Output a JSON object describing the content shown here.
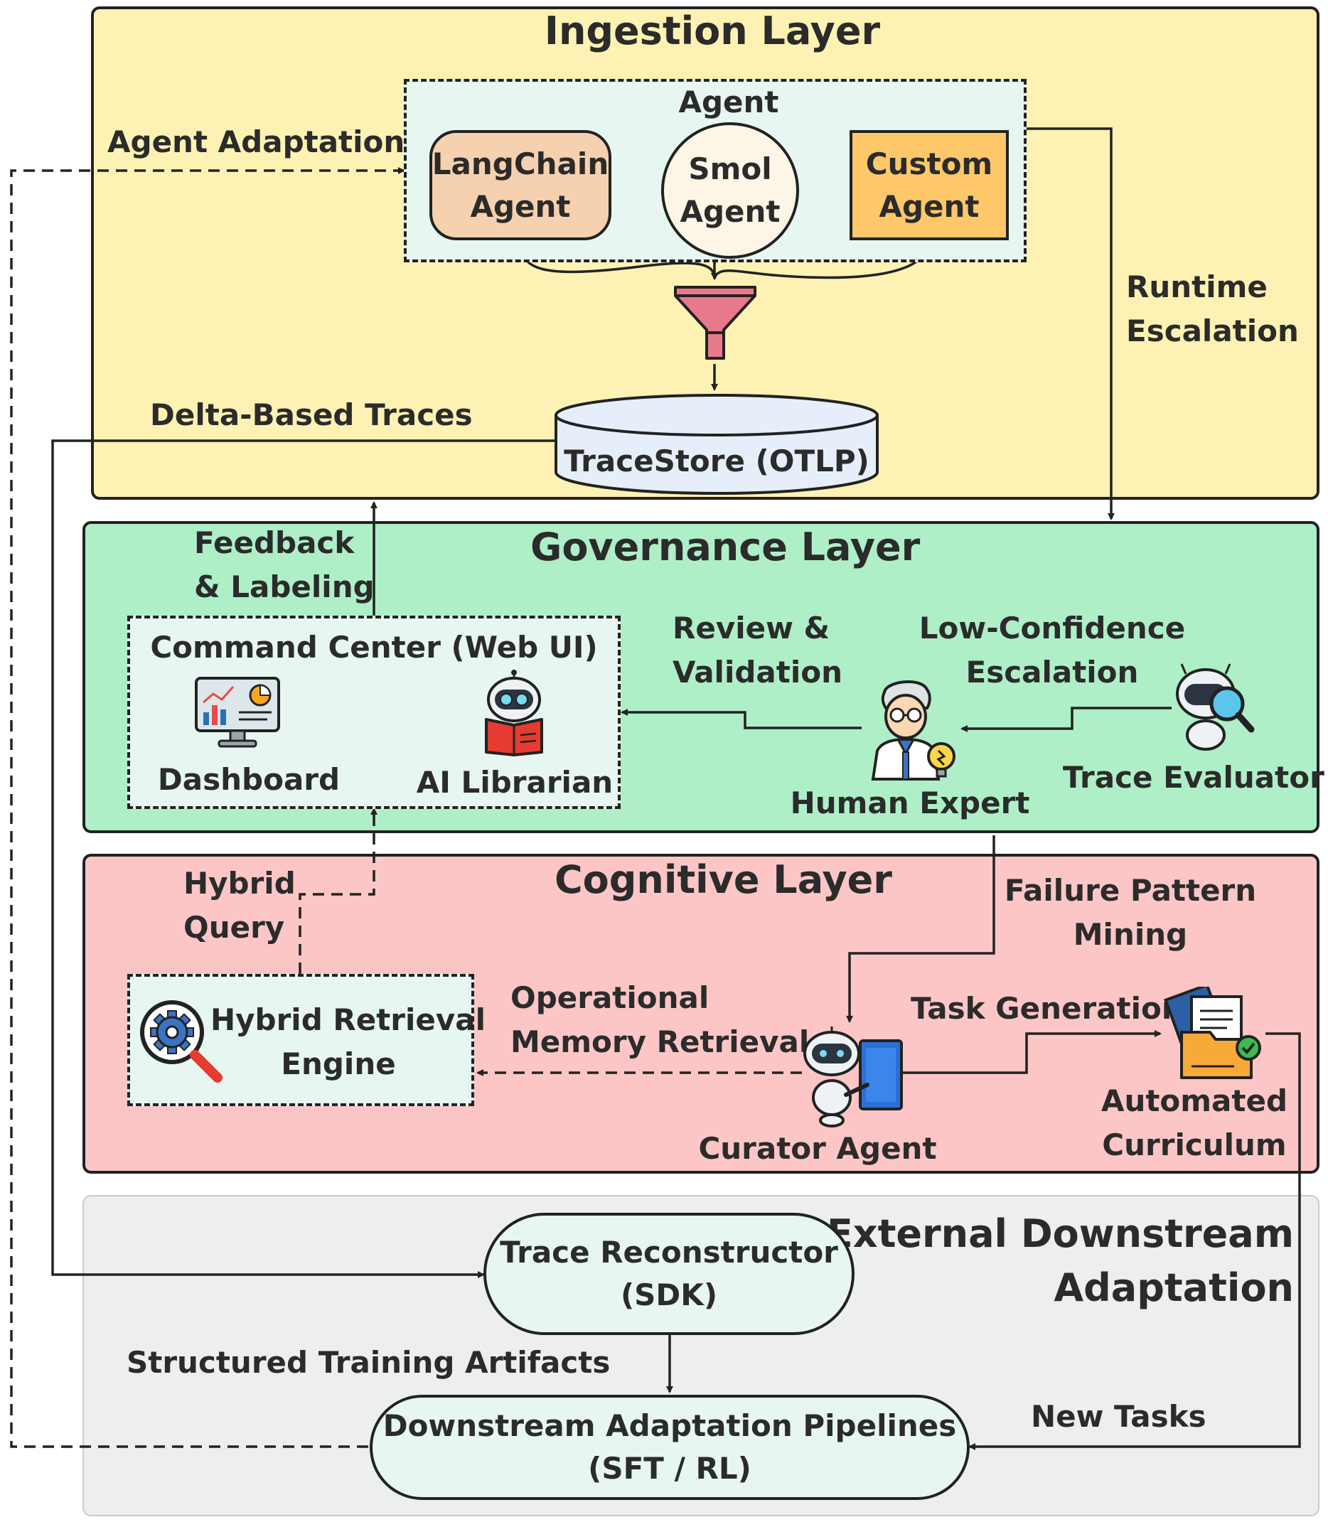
{
  "layers": {
    "ingestion": {
      "title": "Ingestion Layer",
      "color": "#fdf2b3"
    },
    "governance": {
      "title": "Governance Layer",
      "color": "#aeefc7"
    },
    "cognitive": {
      "title": "Cognitive Layer",
      "color": "#fcc6c6"
    },
    "external": {
      "title_line1": "External Downstream",
      "title_line2": "Adaptation",
      "color": "#eceeef"
    }
  },
  "ingestion": {
    "agent_group_title": "Agent",
    "langchain": {
      "line1": "LangChain",
      "line2": "Agent"
    },
    "smol": {
      "line1": "Smol",
      "line2": "Agent"
    },
    "custom": {
      "line1": "Custom",
      "line2": "Agent"
    },
    "funnel_icon": "funnel-icon",
    "tracestore": "TraceStore (OTLP)"
  },
  "governance": {
    "command_center": "Command Center (Web UI)",
    "dashboard": "Dashboard",
    "dashboard_icon": "dashboard-monitor-icon",
    "librarian": "AI Librarian",
    "librarian_icon": "robot-reading-icon",
    "human_expert": "Human Expert",
    "human_icon": "scientist-icon",
    "trace_evaluator": "Trace Evaluator",
    "evaluator_icon": "robot-magnifier-icon"
  },
  "cognitive": {
    "retrieval_line1": "Hybrid Retrieval",
    "retrieval_line2": "Engine",
    "retrieval_icon": "gear-magnifier-icon",
    "curator": "Curator Agent",
    "curator_icon": "robot-tablet-icon",
    "curriculum_line1": "Automated",
    "curriculum_line2": "Curriculum",
    "curriculum_icon": "folder-check-icon"
  },
  "external": {
    "reconstructor_line1": "Trace Reconstructor",
    "reconstructor_line2": "(SDK)",
    "pipelines_line1": "Downstream Adaptation Pipelines",
    "pipelines_line2": "(SFT / RL)"
  },
  "edges": {
    "agent_adaptation": "Agent Adaptation",
    "runtime_line1": "Runtime",
    "runtime_line2": "Escalation",
    "delta_traces": "Delta-Based Traces",
    "feedback_line1": "Feedback",
    "feedback_line2": "& Labeling",
    "review_line1": "Review &",
    "review_line2": "Validation",
    "lowconf_line1": "Low-Confidence",
    "lowconf_line2": "Escalation",
    "hybrid_query_line1": "Hybrid",
    "hybrid_query_line2": "Query",
    "failure_line1": "Failure Pattern",
    "failure_line2": "Mining",
    "opmem_line1": "Operational",
    "opmem_line2": "Memory Retrieval",
    "task_generation": "Task Generation",
    "structured_artifacts": "Structured Training Artifacts",
    "new_tasks": "New Tasks"
  }
}
